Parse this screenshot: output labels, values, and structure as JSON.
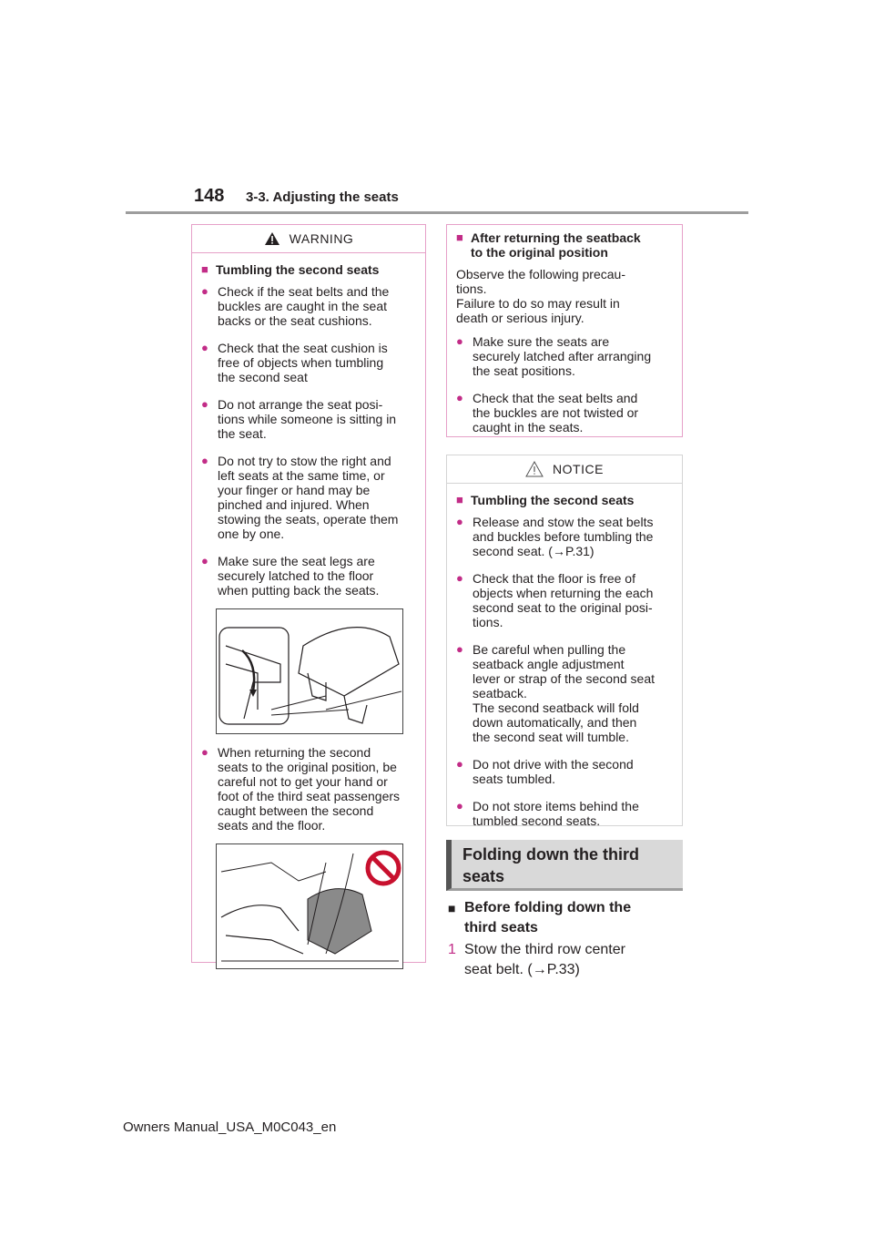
{
  "header": {
    "page_number": "148",
    "section": "3-3. Adjusting the seats"
  },
  "warning": {
    "label": "WARNING",
    "subheading": "Tumbling the second seats",
    "bullets": [
      "Check if the seat belts and the\nbuckles are caught in the seat\nbacks or the seat cushions.",
      "Check that the seat cushion is\nfree of objects when tumbling\nthe second seat",
      "Do not arrange the seat posi-\ntions while someone is sitting in\nthe seat.",
      "Do not try to stow the right and\nleft seats at the same time, or\nyour finger or hand may be\npinched and injured. When\nstowing the seats, operate them\none by one.",
      "Make sure the seat legs are\nsecurely latched to the floor\nwhen putting back the seats."
    ],
    "bullet_after_image": "When returning the second\nseats to the original position, be\ncareful not to get your hand or\nfoot of the third seat passengers\ncaught between the second\nseats and the floor."
  },
  "after_returning": {
    "subheading": "After returning the seatback\nto the original position",
    "intro": "Observe the following precau-\ntions.\nFailure to do so may result in\ndeath or serious injury.",
    "bullets": [
      "Make sure the seats are\nsecurely latched after arranging\nthe seat positions.",
      "Check that the seat belts and\nthe buckles are not twisted or\ncaught in the seats."
    ]
  },
  "notice": {
    "label": "NOTICE",
    "subheading": "Tumbling the second seats",
    "bullets": [
      "Release and stow the seat belts\nand buckles before tumbling the\nsecond seat. (→P.31)",
      "Check that the floor is free of\nobjects when returning the each\nsecond seat to the original posi-\ntions.",
      "Be careful when pulling the\nseatback angle adjustment\nlever or strap of the second seat\nseatback.\nThe second seatback will fold\ndown automatically, and then\nthe second seat will tumble.",
      "Do not drive with the second\nseats tumbled.",
      "Do not store items behind the\ntumbled second seats."
    ]
  },
  "folding": {
    "title": "Folding down the third\nseats",
    "before_heading": "Before folding down the\nthird seats",
    "step_number": "1",
    "step_text": "Stow the third row center\nseat belt. (→P.33)"
  },
  "footer": {
    "text": "Owners Manual_USA_M0C043_en"
  },
  "colors": {
    "accent": "#c22c87",
    "warning_border": "#e6a0c8",
    "rule": "#9d9d9d"
  }
}
